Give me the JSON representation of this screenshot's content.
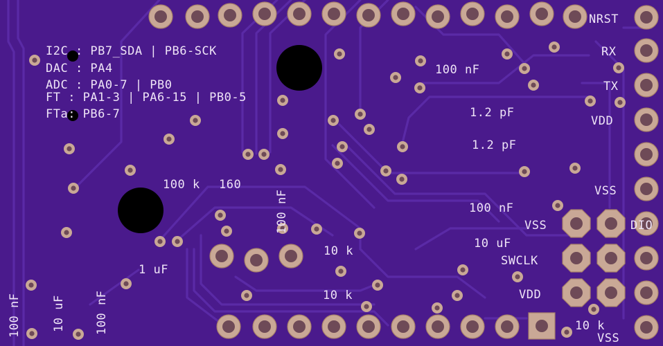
{
  "board": {
    "colors": {
      "substrate": "#4a1a8c",
      "copper_trace": "#5a2aa6",
      "pad_ring": "#c9a896",
      "pad_ring_edge": "#a8806a",
      "pad_hole": "#6e4a57",
      "mounting_hole": "#000000",
      "silkscreen": "#efe4f7"
    },
    "info_lines": {
      "i2c": "I2C : PB7_SDA | PB6-SCK",
      "dac": "DAC : PA4",
      "adc": "ADC : PA0-7 | PB0",
      "ft": "FT : PA1-3 | PA6-15 | PB0-5",
      "fta": "FTa: PB6-7"
    },
    "pin_labels": {
      "nrst": "NRST",
      "rx": "RX",
      "tx": "TX",
      "vdd_right": "VDD",
      "vss_right": "VSS",
      "dio": "DIO",
      "vss_swd": "VSS",
      "swclk": "SWCLK",
      "vdd_swd": "VDD",
      "vss_bottom": "VSS"
    },
    "component_values": {
      "c_100nf_top": "100 nF",
      "c_1p2pf_1": "1.2 pF",
      "c_1p2pf_2": "1.2 pF",
      "r_100k": "100 k",
      "r_160": "160",
      "c_100nf_vert_mid": "100 nF",
      "c_100nf_right": "100 nF",
      "c_10uf_right": "10 uF",
      "r_10k_1": "10 k",
      "r_10k_2": "10 k",
      "c_1uf": "1 uF",
      "r_10k_bottom": "10 k",
      "c_100nf_left_1": "100 nF",
      "c_10uf_left": "10 uF",
      "c_100nf_left_2": "100 nF"
    }
  }
}
